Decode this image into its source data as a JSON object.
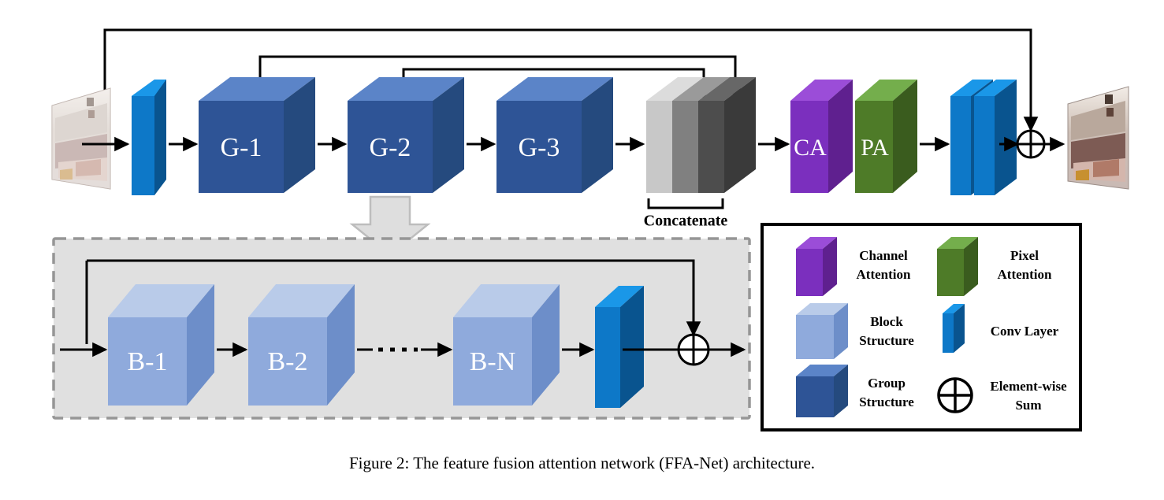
{
  "figure": {
    "caption": "Figure 2: The feature fusion attention network (FFA-Net) architecture.",
    "background": "#ffffff"
  },
  "top_pipeline": {
    "input_image_name": "hazy-input-image",
    "output_image_name": "dehazed-output-image",
    "blocks": [
      {
        "id": "conv-in",
        "label": "",
        "type": "conv-layer",
        "color": "#0d78c8"
      },
      {
        "id": "group-1",
        "label": "G-1",
        "type": "group-structure",
        "color": "#2e5496"
      },
      {
        "id": "group-2",
        "label": "G-2",
        "type": "group-structure",
        "color": "#2e5496"
      },
      {
        "id": "group-3",
        "label": "G-3",
        "type": "group-structure",
        "color": "#2e5496"
      },
      {
        "id": "concat",
        "label": "",
        "type": "concatenate",
        "color": "#808080"
      },
      {
        "id": "channel-attention",
        "label": "CA",
        "type": "channel-attention",
        "color": "#7b2fbe"
      },
      {
        "id": "pixel-attention",
        "label": "PA",
        "type": "pixel-attention",
        "color": "#4e7b28"
      },
      {
        "id": "conv-out",
        "label": "",
        "type": "conv-layer",
        "color": "#0d78c8"
      }
    ],
    "concatenate_label": "Concatenate",
    "sum_symbol": "element-wise-sum"
  },
  "bottom_panel": {
    "title": "group-structure-detail",
    "blocks": [
      {
        "id": "block-1",
        "label": "B-1",
        "type": "block-structure",
        "color": "#8faadc"
      },
      {
        "id": "block-2",
        "label": "B-2",
        "type": "block-structure",
        "color": "#8faadc"
      },
      {
        "id": "block-n",
        "label": "B-N",
        "type": "block-structure",
        "color": "#8faadc"
      },
      {
        "id": "conv-tail",
        "label": "",
        "type": "conv-layer",
        "color": "#0d78c8"
      }
    ],
    "ellipsis": "·····",
    "sum_symbol": "element-wise-sum"
  },
  "legend": {
    "items": [
      {
        "id": "channel-attention",
        "label_line1": "Channel",
        "label_line2": "Attention",
        "swatch": "cube",
        "color": "#7b2fbe",
        "top": "#9b4dd8",
        "side": "#5f208f"
      },
      {
        "id": "pixel-attention",
        "label_line1": "Pixel",
        "label_line2": "Attention",
        "swatch": "cube",
        "color": "#4e7b28",
        "top": "#74ae4c",
        "side": "#3a5c1e"
      },
      {
        "id": "block-structure",
        "label_line1": "Block",
        "label_line2": "Structure",
        "swatch": "cube",
        "color": "#8faadc",
        "top": "#b9cbe9",
        "side": "#6d8ec9"
      },
      {
        "id": "conv-layer",
        "label_line1": "Conv Layer",
        "label_line2": "",
        "swatch": "slab",
        "color": "#0d78c8",
        "top": "#1a97e8",
        "side": "#09548f"
      },
      {
        "id": "group-structure",
        "label_line1": "Group",
        "label_line2": "Structure",
        "swatch": "cube",
        "color": "#2e5496",
        "top": "#5b84c8",
        "side": "#254a7e"
      },
      {
        "id": "element-wise-sum",
        "label_line1": "Element-wise",
        "label_line2": "Sum",
        "swatch": "sum",
        "color": "#000000",
        "top": "#000000",
        "side": "#000000"
      }
    ]
  },
  "colors": {
    "group_front": "#2e5496",
    "group_top": "#5b84c8",
    "group_side": "#254a7e",
    "block_front": "#8faadc",
    "block_top": "#b9cbe9",
    "block_side": "#6d8ec9",
    "conv_front": "#0d78c8",
    "conv_top": "#1a97e8",
    "conv_side": "#09548f",
    "ca_front": "#7b2fbe",
    "ca_top": "#9b4dd8",
    "ca_side": "#5f208f",
    "pa_front": "#4e7b28",
    "pa_top": "#74ae4c",
    "pa_side": "#3a5c1e",
    "concat_light": "#c8c8c8",
    "concat_mid": "#808080",
    "concat_dark": "#4d4d4d",
    "concat_side": "#3a3a3a",
    "panel_fill": "#e0e0e0",
    "panel_stroke": "#969696",
    "arrow": "#000000"
  }
}
